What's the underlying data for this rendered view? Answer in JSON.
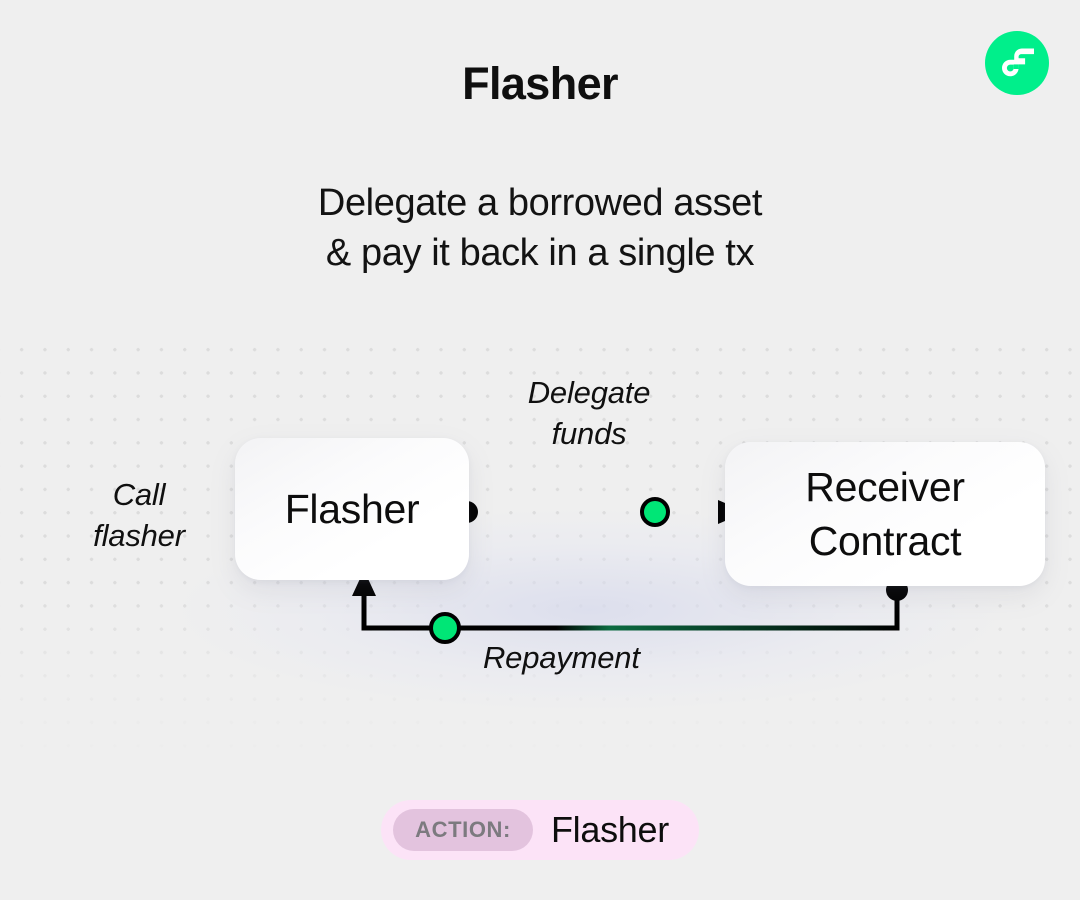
{
  "brand": {
    "logo_icon": "flow-logo-icon",
    "logo_color": "#00EF8B"
  },
  "header": {
    "title": "Flasher",
    "subtitle_line1": "Delegate a borrowed asset",
    "subtitle_line2": "& pay it back in a single tx"
  },
  "diagram": {
    "nodes": [
      {
        "id": "flasher",
        "label": "Flasher"
      },
      {
        "id": "receiver",
        "label_line1": "Receiver",
        "label_line2": "Contract"
      }
    ],
    "labels": {
      "call_line1": "Call",
      "call_line2": "flasher",
      "delegate_line1": "Delegate",
      "delegate_line2": "funds",
      "repayment": "Repayment"
    },
    "colors": {
      "node_dot": "#000000",
      "flow_marker": "#00E676",
      "wire": "#000000",
      "dot_grid": "#DCDCDC",
      "canvas": "#EFEFEF"
    }
  },
  "footer": {
    "badge_kind": "ACTION:",
    "badge_value": "Flasher",
    "badge_bg": "#FCE3F7",
    "badge_chip_bg": "#E3C3DE",
    "badge_chip_text": "#7C7A7F"
  }
}
